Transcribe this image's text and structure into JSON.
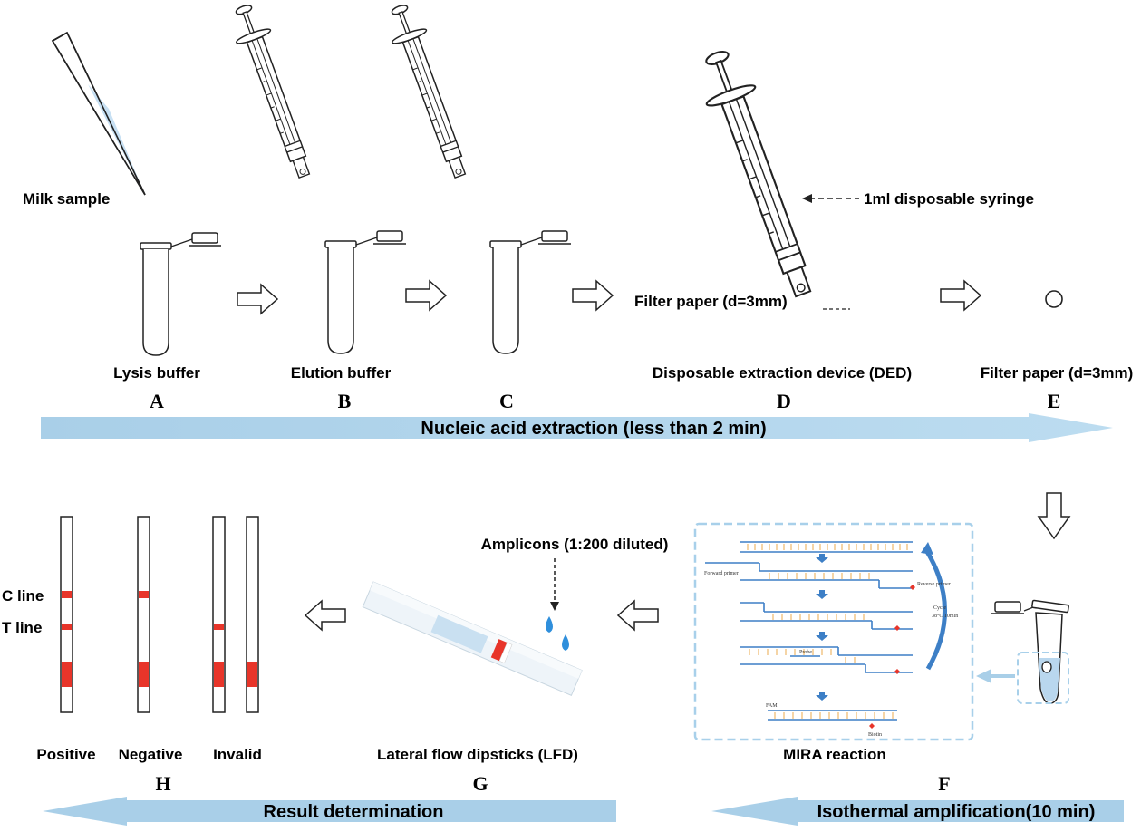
{
  "labels": {
    "milk_sample": "Milk sample",
    "syringe": "1ml disposable syringe",
    "filter_paper_d": "Filter paper (d=3mm)",
    "lysis": "Lysis buffer",
    "elution": "Elution buffer",
    "ded": "Disposable extraction device (DED)",
    "filter_paper_e": "Filter paper (d=3mm)",
    "amplicons": "Amplicons (1:200 diluted)",
    "c_line": "C line",
    "t_line": "T line",
    "positive": "Positive",
    "negative": "Negative",
    "invalid": "Invalid",
    "lfd": "Lateral flow dipsticks (LFD)",
    "mira": "MIRA reaction",
    "forward_primer": "Forward primer",
    "reverse_primer": "Reverse primer",
    "probe": "Probe",
    "fam": "FAM",
    "biotin": "Biotin",
    "cycle": "Cycle",
    "cycle_cond": "38°C 10min"
  },
  "steps": [
    "A",
    "B",
    "C",
    "D",
    "E",
    "F",
    "G",
    "H"
  ],
  "banners": {
    "extraction": "Nucleic acid extraction (less than 2 min)",
    "result": "Result determination",
    "isothermal": "Isothermal amplification(10 min)"
  },
  "colors": {
    "liquid": "#b9d7ee",
    "banner": "#a9cfe8",
    "strip_line": "#e8352a",
    "dna": "#3d7fc6",
    "dashed_box": "#a8d0ea"
  }
}
